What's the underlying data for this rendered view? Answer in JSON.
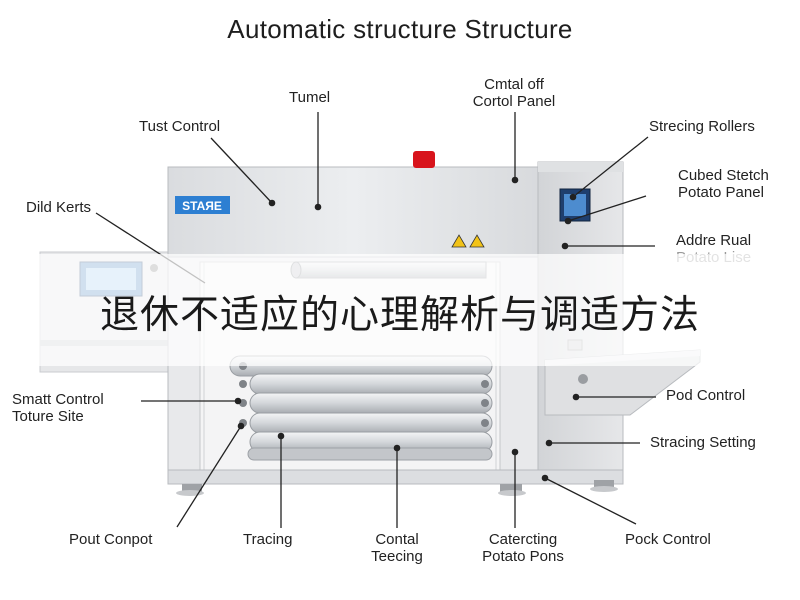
{
  "title": "Automatic structure Structure",
  "banner": "退休不适应的心理解析与调适方法",
  "badge": "STAЯE",
  "labels": {
    "control_panel": {
      "line1": "Cmtal off",
      "line2": "Cortol Panel"
    },
    "tunnel": "Tumel",
    "tust_control": "Tust Control",
    "stecing_rollers": "Strecing Rollers",
    "dild_kerts": "Dild Kerts",
    "cubed_stretch": {
      "line1": "Cubed Stetch",
      "line2": "Potato Panel"
    },
    "addre_rual": {
      "line1": "Addre Rual",
      "line2": "Potato Lise"
    },
    "smart_control": {
      "line1": "Smatt Control",
      "line2": "Toture Site"
    },
    "pod_control": "Pod Control",
    "stracing_setting": "Stracing Setting",
    "pout_conpot": "Pout Conpot",
    "tracing": "Tracing",
    "contal_teecing": {
      "line1": "Contal",
      "line2": "Teecing"
    },
    "catercting": {
      "line1": "Catercting",
      "line2": "Potato Pons"
    },
    "pock_control": "Pock Control"
  },
  "colors": {
    "machine": "#e4e5e7",
    "roller": "#d6d8db",
    "alarm": "#d8141c",
    "badge": "#2d7fd2",
    "warning": "#f2c318"
  }
}
